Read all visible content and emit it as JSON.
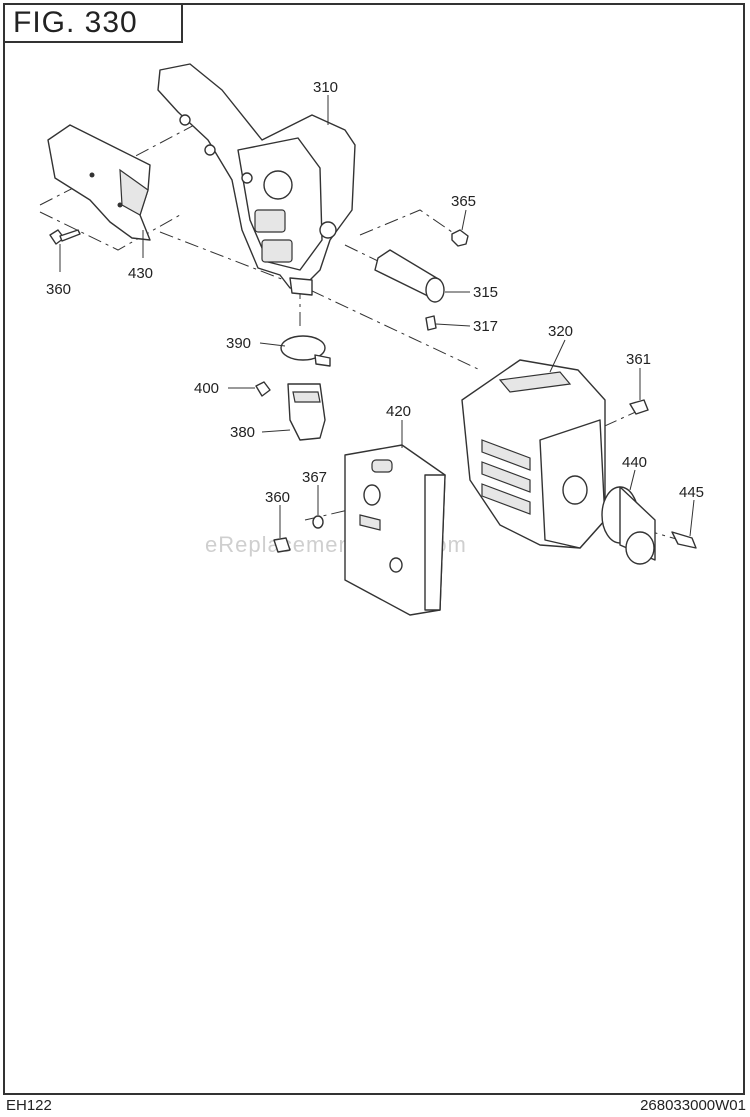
{
  "figure": {
    "title": "FIG.  330"
  },
  "footer": {
    "model": "EH122",
    "part_number": "268033000W01"
  },
  "watermark": "eReplacementParts.com",
  "callouts": [
    {
      "id": "310",
      "label": "310"
    },
    {
      "id": "430",
      "label": "430"
    },
    {
      "id": "360a",
      "label": "360"
    },
    {
      "id": "365",
      "label": "365"
    },
    {
      "id": "315",
      "label": "315"
    },
    {
      "id": "317",
      "label": "317"
    },
    {
      "id": "320",
      "label": "320"
    },
    {
      "id": "361",
      "label": "361"
    },
    {
      "id": "390",
      "label": "390"
    },
    {
      "id": "400",
      "label": "400"
    },
    {
      "id": "380",
      "label": "380"
    },
    {
      "id": "420",
      "label": "420"
    },
    {
      "id": "367",
      "label": "367"
    },
    {
      "id": "360b",
      "label": "360"
    },
    {
      "id": "440",
      "label": "440"
    },
    {
      "id": "445",
      "label": "445"
    }
  ]
}
